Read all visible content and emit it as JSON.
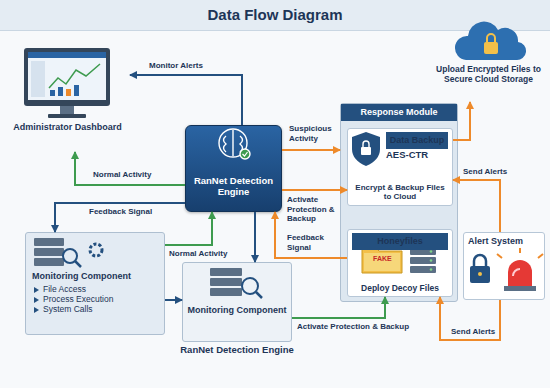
{
  "diagram": {
    "title": "Data Flow Diagram",
    "nodes": [
      {
        "text": [
          "Administrator Dashboard"
        ]
      },
      {
        "text": [
          "RanNet Detection Engine"
        ]
      },
      {
        "text": [
          "Response Module"
        ]
      },
      {
        "text": [
          "Data Backup",
          "AES-CTR",
          "Encrypt & Backup Files to Cloud"
        ],
        "in": 2
      },
      {
        "text": [
          "Honeyfiles",
          "Deploy Decoy Files"
        ],
        "in": 2
      },
      {
        "text": [
          "Upload Encrypted Files to Secure Cloud Storage"
        ]
      },
      {
        "text": [
          "Alert System"
        ]
      },
      {
        "text": [
          "Monitoring Component",
          "File Access",
          "Process Execution",
          "System Calls"
        ]
      },
      {
        "text": [
          "Monitoring Component",
          "RanNet Detection Engine"
        ]
      }
    ],
    "edges": [
      {
        "from": 1,
        "to": 0,
        "label": "Monitor Alerts",
        "arrow": "to"
      },
      {
        "from": 1,
        "to": 0,
        "label": "Normal Activity",
        "arrow": "to"
      },
      {
        "from": 1,
        "to": 7,
        "label": "Feedback Signal",
        "arrow": "to"
      },
      {
        "from": 7,
        "to": 1,
        "label": "Normal Activity",
        "arrow": "to"
      },
      {
        "from": 1,
        "to": 8,
        "arrow": "to"
      },
      {
        "from": 1,
        "to": 2,
        "label": "Suspicious Activity",
        "arrow": "to"
      },
      {
        "from": 1,
        "to": 3,
        "label": "Activate Protection & Backup",
        "arrow": "to"
      },
      {
        "from": 4,
        "to": 1,
        "label": "Feedback Signal",
        "arrow": "to"
      },
      {
        "from": 7,
        "to": 8,
        "arrow": "to"
      },
      {
        "from": 8,
        "to": 4,
        "label": "Activate Protection & Backup",
        "arrow": "to"
      },
      {
        "from": 6,
        "to": 4,
        "label": "Send Alerts",
        "arrow": "to"
      },
      {
        "from": 6,
        "to": 3,
        "label": "Send Alerts",
        "arrow": "to"
      },
      {
        "from": 3,
        "to": 5,
        "arrow": "to"
      }
    ],
    "labels": [
      "FAKE"
    ]
  }
}
